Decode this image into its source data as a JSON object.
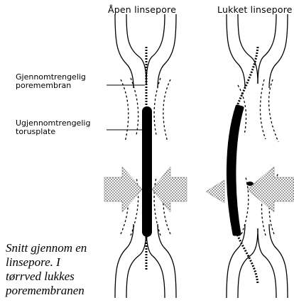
{
  "titles": {
    "open": "Åpen linsepore",
    "closed": "Lukket linsepore"
  },
  "labels": {
    "membrane": [
      "Gjennomtrengelig",
      "poremembran"
    ],
    "torus": [
      "Ugjennomtrengelig",
      "torusplate"
    ]
  },
  "caption": [
    "Snitt gjennom en",
    "linsepore. I",
    "tørrved lukkes",
    "poremembranen"
  ],
  "colors": {
    "ink": "#000000",
    "arrow_fill": "#c8c8c8"
  },
  "icons": {
    "arrows": "stippled-arrow-icon"
  }
}
